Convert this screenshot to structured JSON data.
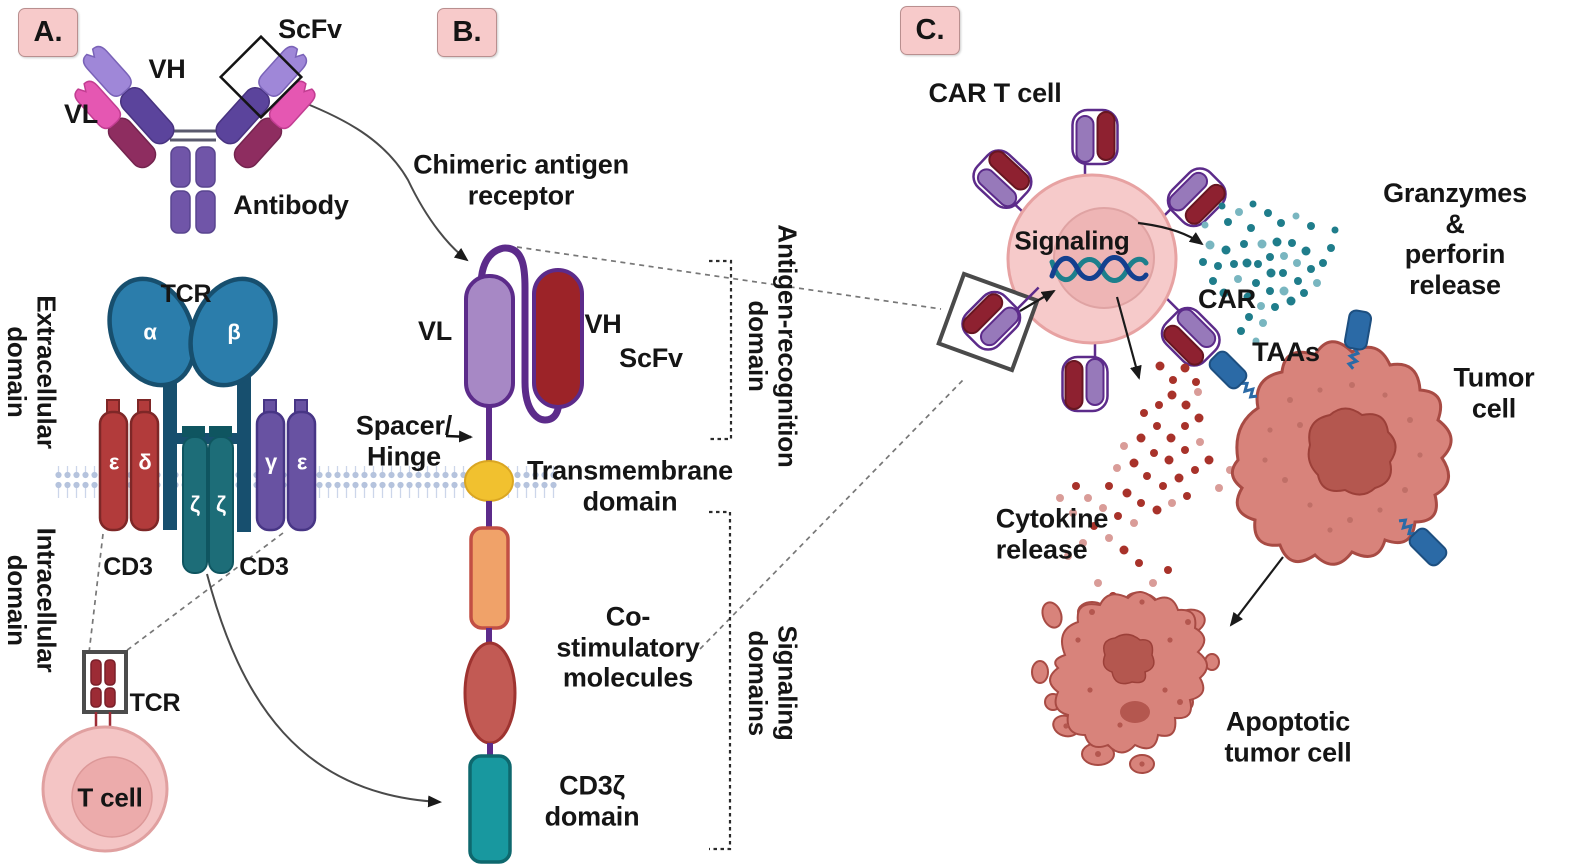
{
  "badges": {
    "a": "A.",
    "b": "B.",
    "c": "C."
  },
  "panel_a": {
    "scfv_label": "ScFv",
    "vh_label": "VH",
    "vl_label": "VL",
    "antibody_label": "Antibody",
    "tcr_label": "TCR",
    "tcr_alpha": "α",
    "tcr_beta": "β",
    "cd3_epsilon_left": "ε",
    "cd3_delta": "δ",
    "cd3_gamma": "γ",
    "cd3_epsilon_right": "ε",
    "zeta_1": "ζ",
    "zeta_2": "ζ",
    "extracellular_label": "Extracellular\ndomain",
    "intracellular_label": "Intracellular\ndomain",
    "cd3_left_label": "CD3",
    "cd3_right_label": "CD3",
    "tcr_box_label": "TCR",
    "t_cell_label": "T cell"
  },
  "panel_b": {
    "chimeric_label": "Chimeric antigen\nreceptor",
    "vl_label": "VL",
    "vh_label": "VH",
    "scfv_label": "ScFv",
    "spacer_label": "Spacer/\nHinge",
    "transmembrane_label": "Transmembrane\ndomain",
    "costimulatory_label": "Co-\nstimulatory\nmolecules",
    "cd3zeta_label": "CD3ζ\ndomain",
    "antigen_recognition_label": "Antigen-recognition\ndomain",
    "signaling_domains_label": "Signaling\ndomains"
  },
  "panel_c": {
    "car_t_cell_label": "CAR T cell",
    "signaling_label": "Signaling",
    "car_label": "CAR",
    "taas_label": "TAAs",
    "granzymes_label": "Granzymes &\nperforin release",
    "tumor_cell_label": "Tumor cell",
    "cytokine_label": "Cytokine\nrelease",
    "apoptotic_label": "Apoptotic\ntumor cell"
  },
  "colors": {
    "badge_pink": "#f7caca",
    "membrane_blue": "#b5c3dd",
    "antibody_purple": "#7055a8",
    "vh_light_purple": "#9f87d8",
    "vl_pink": "#e557b2",
    "vl_maroon": "#8e2d60",
    "tcr_blue": "#2b7dab",
    "stem_navy": "#174f6e",
    "cd3_red": "#b23b3b",
    "cd3_purple": "#6852a2",
    "zeta_teal": "#1d6d78",
    "car_loop_purple": "#5c2b8a",
    "car_vl_purple": "#a788c5",
    "car_vh_red": "#9c2328",
    "transmembrane_yellow": "#f1c12f",
    "costim_orange": "#f0a269",
    "costim_red": "#c25a54",
    "cd3zeta_teal": "#18989f",
    "cell_pink": "#f6caca",
    "nucleus_pink": "#eeb5b5",
    "tumor_salmon": "#d8837b",
    "tumor_nucleus": "#b4574f",
    "taa_blue": "#2b6aa6",
    "granzyme_teal": "#1f7d8b",
    "cytokine_red": "#a8322a",
    "dna_blue": "#14408f",
    "dna_teal": "#1d7f8c"
  }
}
